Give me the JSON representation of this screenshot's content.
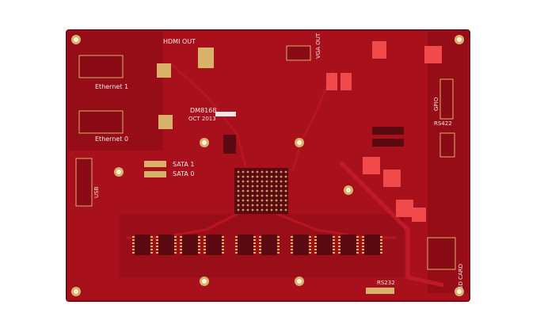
{
  "image": {
    "subject": "pcb-board",
    "colors": {
      "background": "#ffffff",
      "board": "#a8101c",
      "board_dark": "#8a0b16",
      "trace": "#c11a27",
      "pad_gold": "#d8b26a",
      "silk": "#f3e6e6",
      "chip": "#5a0a10"
    }
  },
  "silkscreen": {
    "hdmi_out": "HDMI OUT",
    "vga_out": "VGA OUT",
    "ethernet_1": "Ethernet 1",
    "ethernet_0": "Ethernet 0",
    "board_model": "DM8168",
    "date_code": "OCT 2013",
    "sata_1": "SATA 1",
    "sata_0": "SATA 0",
    "usb": "USB",
    "rs422": "RS422",
    "gpio": "GPIO",
    "rs232": "RS232",
    "sd_card": "SD CARD"
  }
}
